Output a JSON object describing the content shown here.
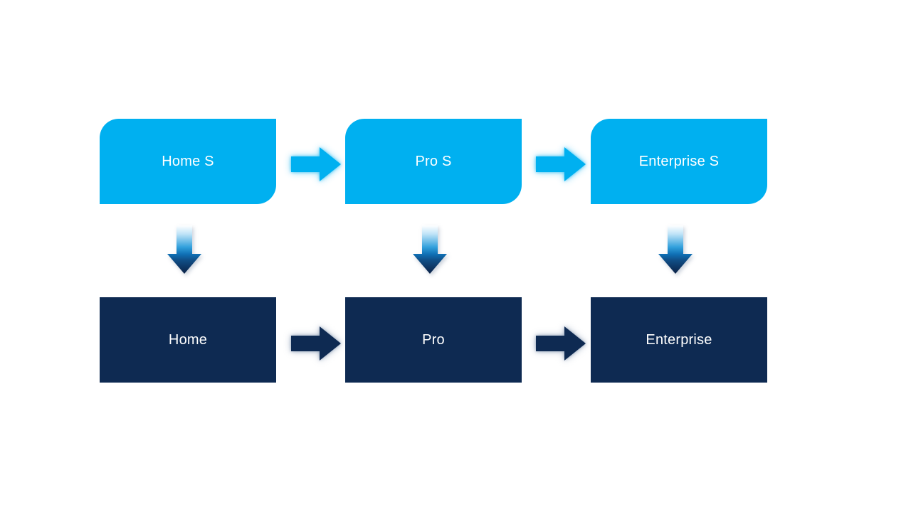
{
  "flow": {
    "top_row": [
      {
        "label": "Home S"
      },
      {
        "label": "Pro S"
      },
      {
        "label": "Enterprise S"
      }
    ],
    "bottom_row": [
      {
        "label": "Home"
      },
      {
        "label": "Pro"
      },
      {
        "label": "Enterprise"
      }
    ]
  },
  "colors": {
    "top_box": "#00B0F0",
    "bottom_box": "#0E2A52",
    "top_arrow": "#00B0F0",
    "bottom_arrow": "#0E2A52",
    "text": "#FFFFFF",
    "down_grad_0": "#FFFFFF",
    "down_grad_1": "#BEE3F7",
    "down_grad_2": "#31A0DC",
    "down_grad_3": "#0F6FB4",
    "down_grad_4": "#104E86",
    "down_grad_5": "#0B2146"
  }
}
